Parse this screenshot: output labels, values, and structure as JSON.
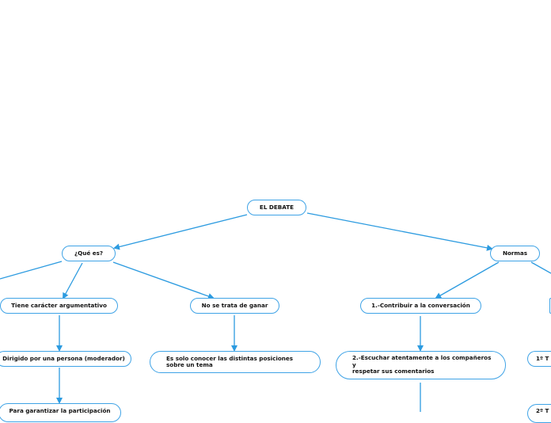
{
  "root": "EL DEBATE",
  "branches": {
    "que_es": {
      "label": "¿Qué es?",
      "children": {
        "argumentativo": "Tiene carácter argumentativo",
        "moderador": "Dirigido por una persona (moderador)",
        "participacion": "Para garantizar la participación",
        "no_ganar": "No se trata de ganar",
        "posiciones": "Es solo conocer las distintas posiciones\nsobre un tema"
      }
    },
    "normas": {
      "label": "Normas",
      "children": {
        "contribuir": "1.-Contribuir a la conversación",
        "escuchar": "2.-Escuchar atentamente a los compañeros\ny\nrespetar sus comentarios",
        "primer": "1º T",
        "segundo": "2º T"
      }
    }
  },
  "colors": {
    "connector": "#2c9be0",
    "node_border": "#3fa3e6"
  }
}
